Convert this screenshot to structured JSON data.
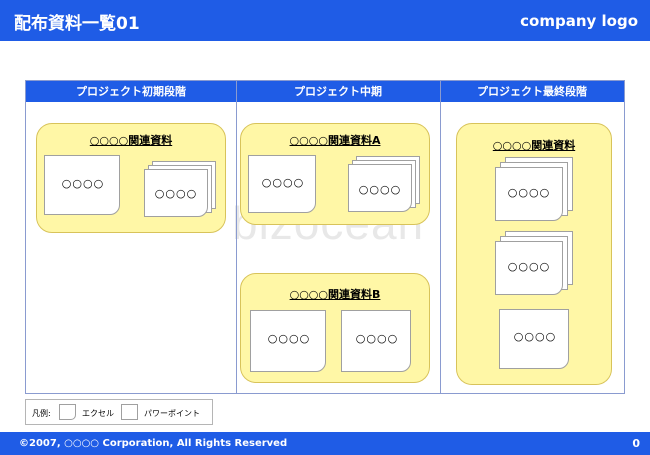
{
  "header": {
    "title": "配布資料一覧01",
    "logo": "company logo"
  },
  "table": {
    "columns": [
      "プロジェクト初期段階",
      "プロジェクト中期",
      "プロジェクト最終段階"
    ]
  },
  "groups": {
    "early": {
      "title": "○○○○関連資料",
      "docs": [
        "○○○○",
        "○○○○"
      ]
    },
    "mid_a": {
      "title": "○○○○関連資料A",
      "docs": [
        "○○○○",
        "○○○○"
      ]
    },
    "mid_b": {
      "title": "○○○○関連資料B",
      "docs": [
        "○○○○",
        "○○○○"
      ]
    },
    "final": {
      "title": "○○○○関連資料",
      "docs": [
        "○○○○",
        "○○○○",
        "○○○○"
      ]
    }
  },
  "legend": {
    "label": "凡例:",
    "excel": "エクセル",
    "powerpoint": "パワーポイント"
  },
  "watermark": "bizocean",
  "footer": {
    "copyright": "©2007, ○○○○ Corporation, All Rights Reserved",
    "page": "0"
  },
  "colors": {
    "brand_blue": "#1f5ce6",
    "group_fill": "#fff7a6"
  }
}
